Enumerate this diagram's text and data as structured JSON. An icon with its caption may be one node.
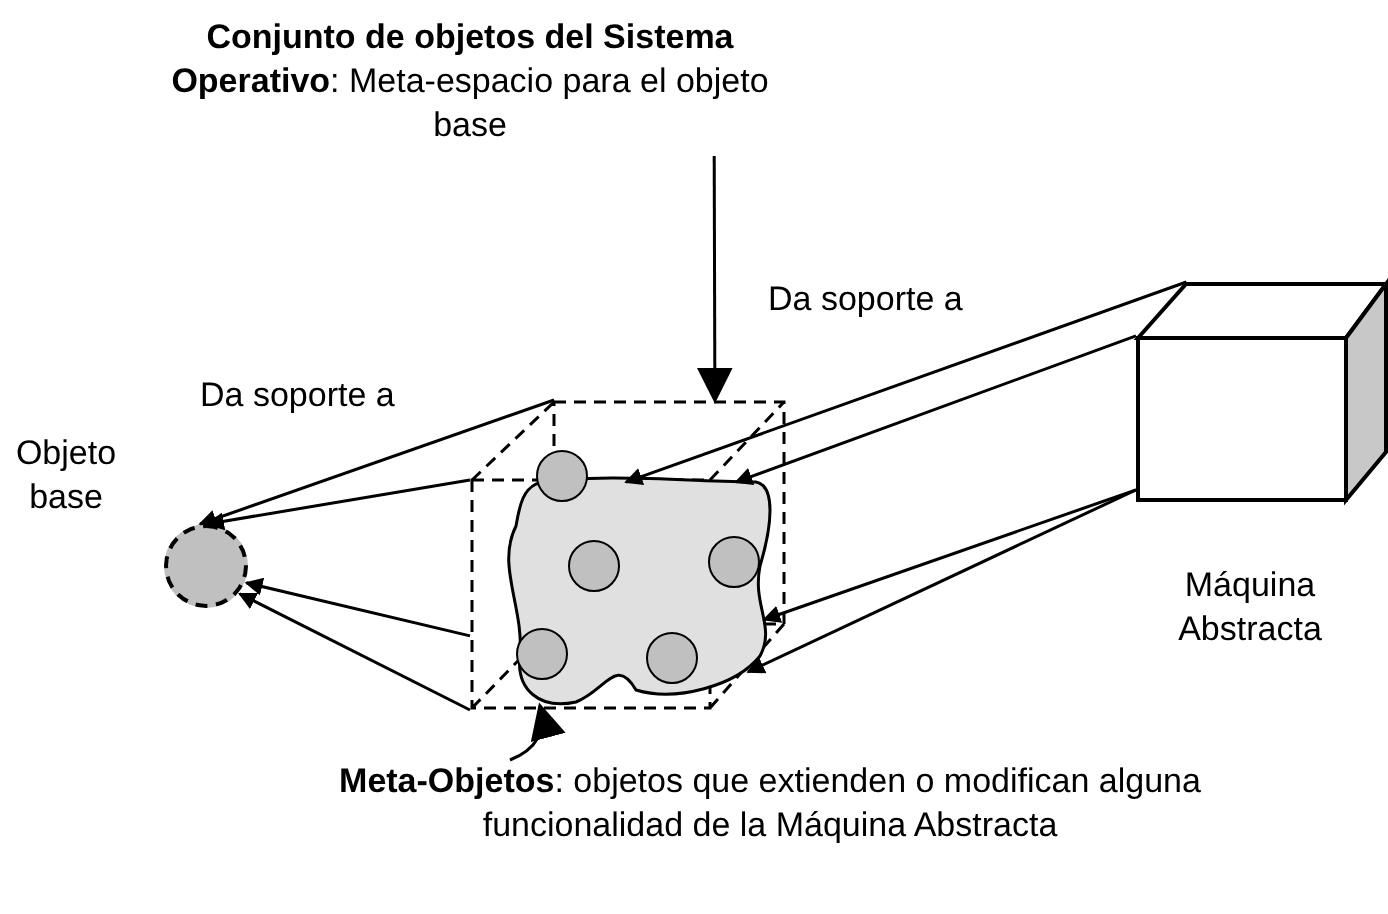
{
  "diagram": {
    "nodes": [
      {
        "text": [
          "**Conjunto de objetos del Sistema Operativo**: Meta-espacio para el objeto base"
        ]
      },
      {
        "text": [],
        "shape": "box"
      },
      {
        "text": [],
        "shape": "circle",
        "in": 1
      },
      {
        "text": [],
        "shape": "circle",
        "beside": [
          "Objeto base"
        ]
      },
      {
        "text": [],
        "shape": "cloud",
        "in": 1
      },
      {
        "text": [],
        "shape": "circle",
        "in": 4
      },
      {
        "text": [],
        "shape": "circle",
        "in": 4
      },
      {
        "text": [],
        "shape": "circle",
        "in": 4
      },
      {
        "text": [],
        "shape": "circle",
        "in": 4
      },
      {
        "text": [],
        "shape": "box",
        "beside": [
          "Máquina Abstracta"
        ]
      },
      {
        "text": [
          "**Meta-Objetos**: objetos que extienden o modifican alguna funcionalidad de la Máquina Abstracta"
        ]
      }
    ],
    "edges": [
      {
        "from": 0,
        "to": 1,
        "arrow": "to"
      },
      {
        "from": 1,
        "to": 3,
        "arrow": "to",
        "label": "Da soporte a"
      },
      {
        "from": 1,
        "to": 3,
        "arrow": "to"
      },
      {
        "from": 1,
        "to": 3,
        "arrow": "to"
      },
      {
        "from": 1,
        "to": 3,
        "arrow": "to"
      },
      {
        "from": 9,
        "to": 4,
        "arrow": "to",
        "label": "Da soporte a"
      },
      {
        "from": 9,
        "to": 4,
        "arrow": "to"
      },
      {
        "from": 9,
        "to": 4,
        "arrow": "to"
      },
      {
        "from": 9,
        "to": 4,
        "arrow": "to"
      },
      {
        "from": 10,
        "to": 4,
        "arrow": "to"
      }
    ]
  }
}
